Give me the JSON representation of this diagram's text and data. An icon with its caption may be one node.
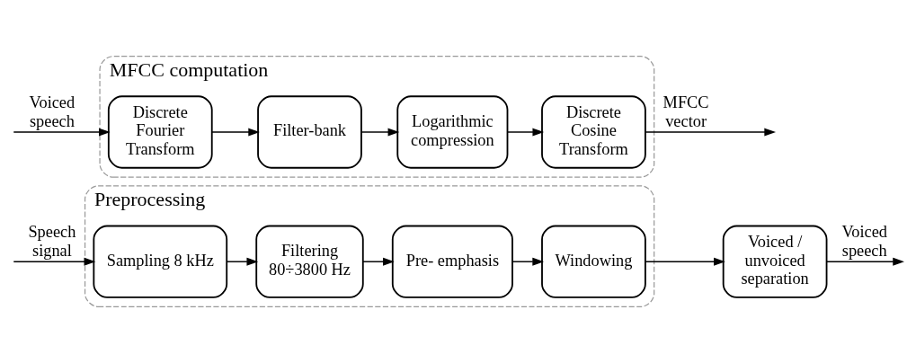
{
  "diagram": {
    "nodes": [
      {
        "text": [
          "Preprocessing"
        ]
      },
      {
        "text": [
          "Sampling 8 kHz"
        ],
        "in": 0
      },
      {
        "text": [
          "Filtering 80÷3800 Hz"
        ],
        "in": 0
      },
      {
        "text": [
          "Pre- emphasis"
        ],
        "in": 0
      },
      {
        "text": [
          "Windowing"
        ],
        "in": 0
      },
      {
        "text": [
          "Voiced / unvoiced separation"
        ]
      },
      {
        "text": [
          "MFCC computation"
        ]
      },
      {
        "text": [
          "Discrete Fourier Transform"
        ],
        "in": 6
      },
      {
        "text": [
          "Filter-bank"
        ],
        "in": 6
      },
      {
        "text": [
          "Logarithmic compression"
        ],
        "in": 6
      },
      {
        "text": [
          "Discrete Cosine Transform"
        ],
        "in": 6
      }
    ],
    "edges": [
      {
        "from": null,
        "to": 1,
        "arrow": "to",
        "label": "Speech signal"
      },
      {
        "from": 1,
        "to": 2,
        "arrow": "to"
      },
      {
        "from": 2,
        "to": 3,
        "arrow": "to"
      },
      {
        "from": 3,
        "to": 4,
        "arrow": "to"
      },
      {
        "from": 4,
        "to": 5,
        "arrow": "to"
      },
      {
        "from": 5,
        "to": null,
        "arrow": "to",
        "label": "Voiced speech"
      },
      {
        "from": null,
        "to": 7,
        "arrow": "to",
        "label": "Voiced speech"
      },
      {
        "from": 7,
        "to": 8,
        "arrow": "to"
      },
      {
        "from": 8,
        "to": 9,
        "arrow": "to"
      },
      {
        "from": 9,
        "to": 10,
        "arrow": "to"
      },
      {
        "from": 10,
        "to": null,
        "arrow": "to",
        "label": "MFCC vector"
      }
    ]
  }
}
